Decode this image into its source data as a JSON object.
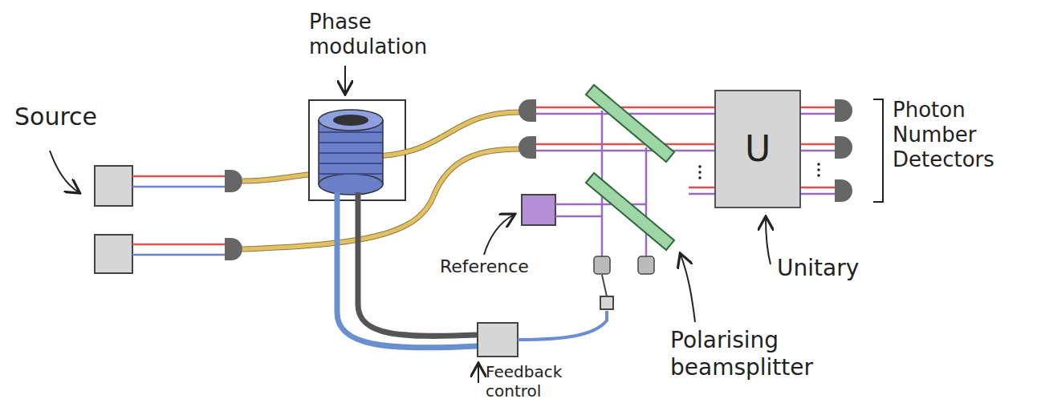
{
  "diagram": {
    "nodes": [
      {
        "text": [
          "U"
        ]
      }
    ],
    "labels": [
      "Source",
      "Phase modulation",
      "Reference",
      "Feedback control",
      "Polarising beamsplitter",
      "Unitary",
      "Photon Number Detectors"
    ]
  }
}
